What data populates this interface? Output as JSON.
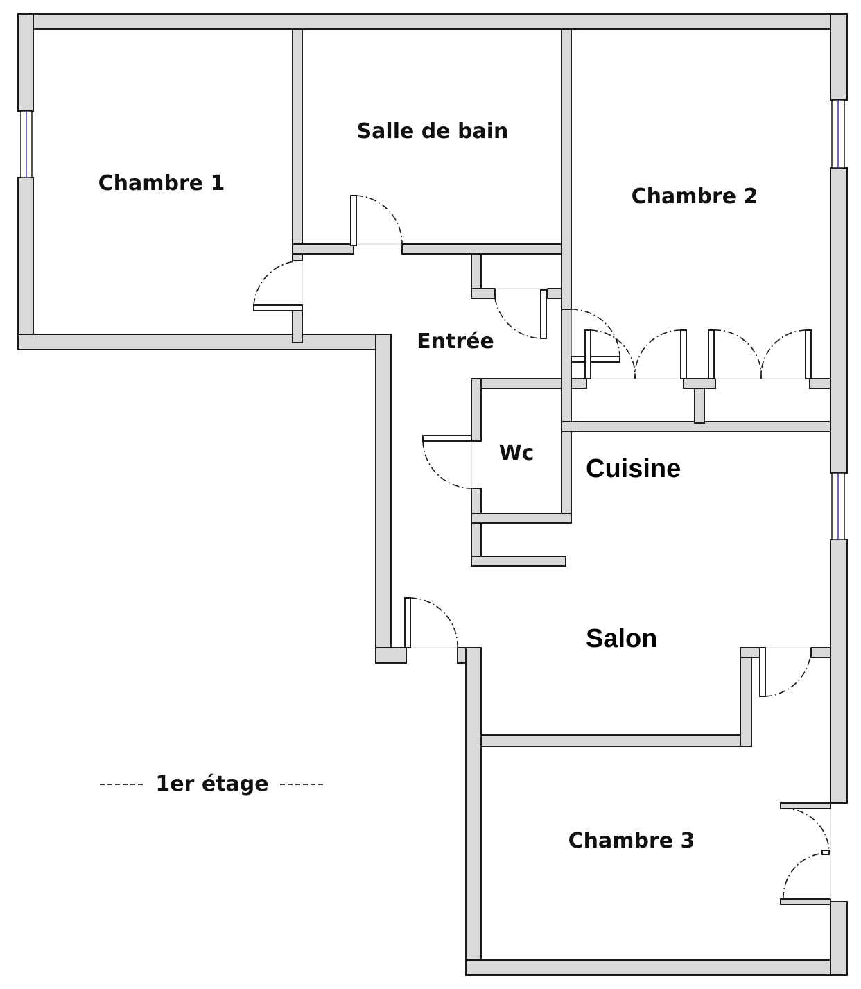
{
  "rooms": {
    "chambre1": "Chambre 1",
    "salle_de_bain": "Salle de bain",
    "chambre2": "Chambre 2",
    "entree": "Entrée",
    "wc": "Wc",
    "cuisine": "Cuisine",
    "salon": "Salon",
    "chambre3": "Chambre 3"
  },
  "floor_label": "1er étage"
}
